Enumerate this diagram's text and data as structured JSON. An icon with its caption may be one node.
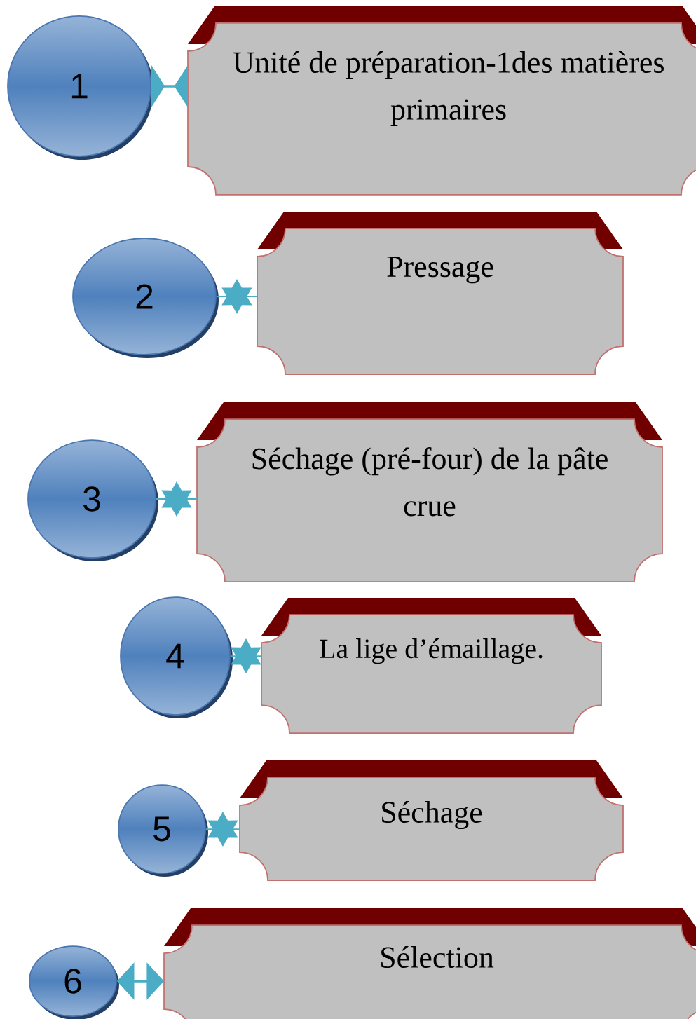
{
  "diagram": {
    "nodes": [
      {
        "text": [
          "1"
        ]
      },
      {
        "text": [
          "Unité de préparation-1des matières primaires"
        ]
      },
      {
        "text": [
          "2"
        ]
      },
      {
        "text": [
          "Pressage"
        ]
      },
      {
        "text": [
          "3"
        ]
      },
      {
        "text": [
          "Séchage (pré-four) de la pâte crue"
        ]
      },
      {
        "text": [
          "4"
        ]
      },
      {
        "text": [
          "La lige d’émaillage."
        ]
      },
      {
        "text": [
          "5"
        ]
      },
      {
        "text": [
          "Séchage"
        ]
      },
      {
        "text": [
          "6"
        ]
      },
      {
        "text": [
          "Sélection"
        ]
      }
    ],
    "edges": [
      {
        "from": 0,
        "to": 1,
        "arrow": "other"
      },
      {
        "from": 2,
        "to": 3,
        "arrow": "none"
      },
      {
        "from": 4,
        "to": 5,
        "arrow": "none"
      },
      {
        "from": 6,
        "to": 7,
        "arrow": "none"
      },
      {
        "from": 8,
        "to": 9,
        "arrow": "none"
      },
      {
        "from": 10,
        "to": 11,
        "arrow": "both"
      }
    ]
  }
}
